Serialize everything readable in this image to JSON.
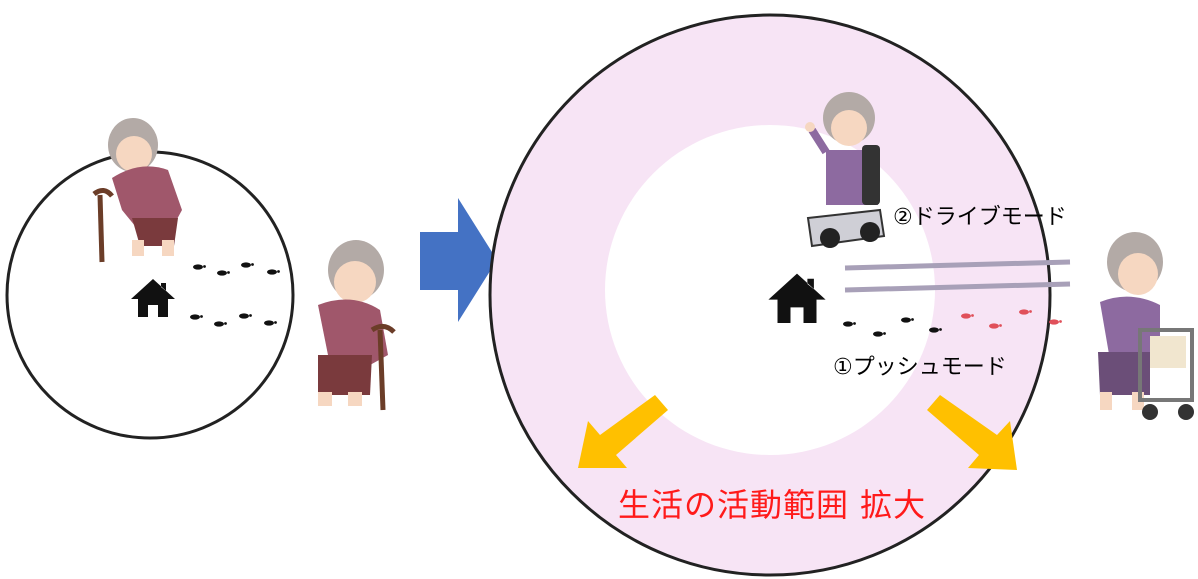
{
  "labels": {
    "drive_mode": "②ドライブモード",
    "push_mode": "①プッシュモード",
    "expanded_range": "生活の活動範囲 拡大"
  },
  "icons": {
    "home": "home-icon",
    "arrow": "right-arrow-icon",
    "footprints": "footprints-icon"
  },
  "colors": {
    "outer_ring_fill": "#f7e4f5",
    "big_arrow": "#4472c4",
    "expand_arrows": "#ffc000",
    "expand_text": "#ff1a1a",
    "red_footprints": "#e0505a",
    "speed_lines": "#a8a0b8"
  }
}
